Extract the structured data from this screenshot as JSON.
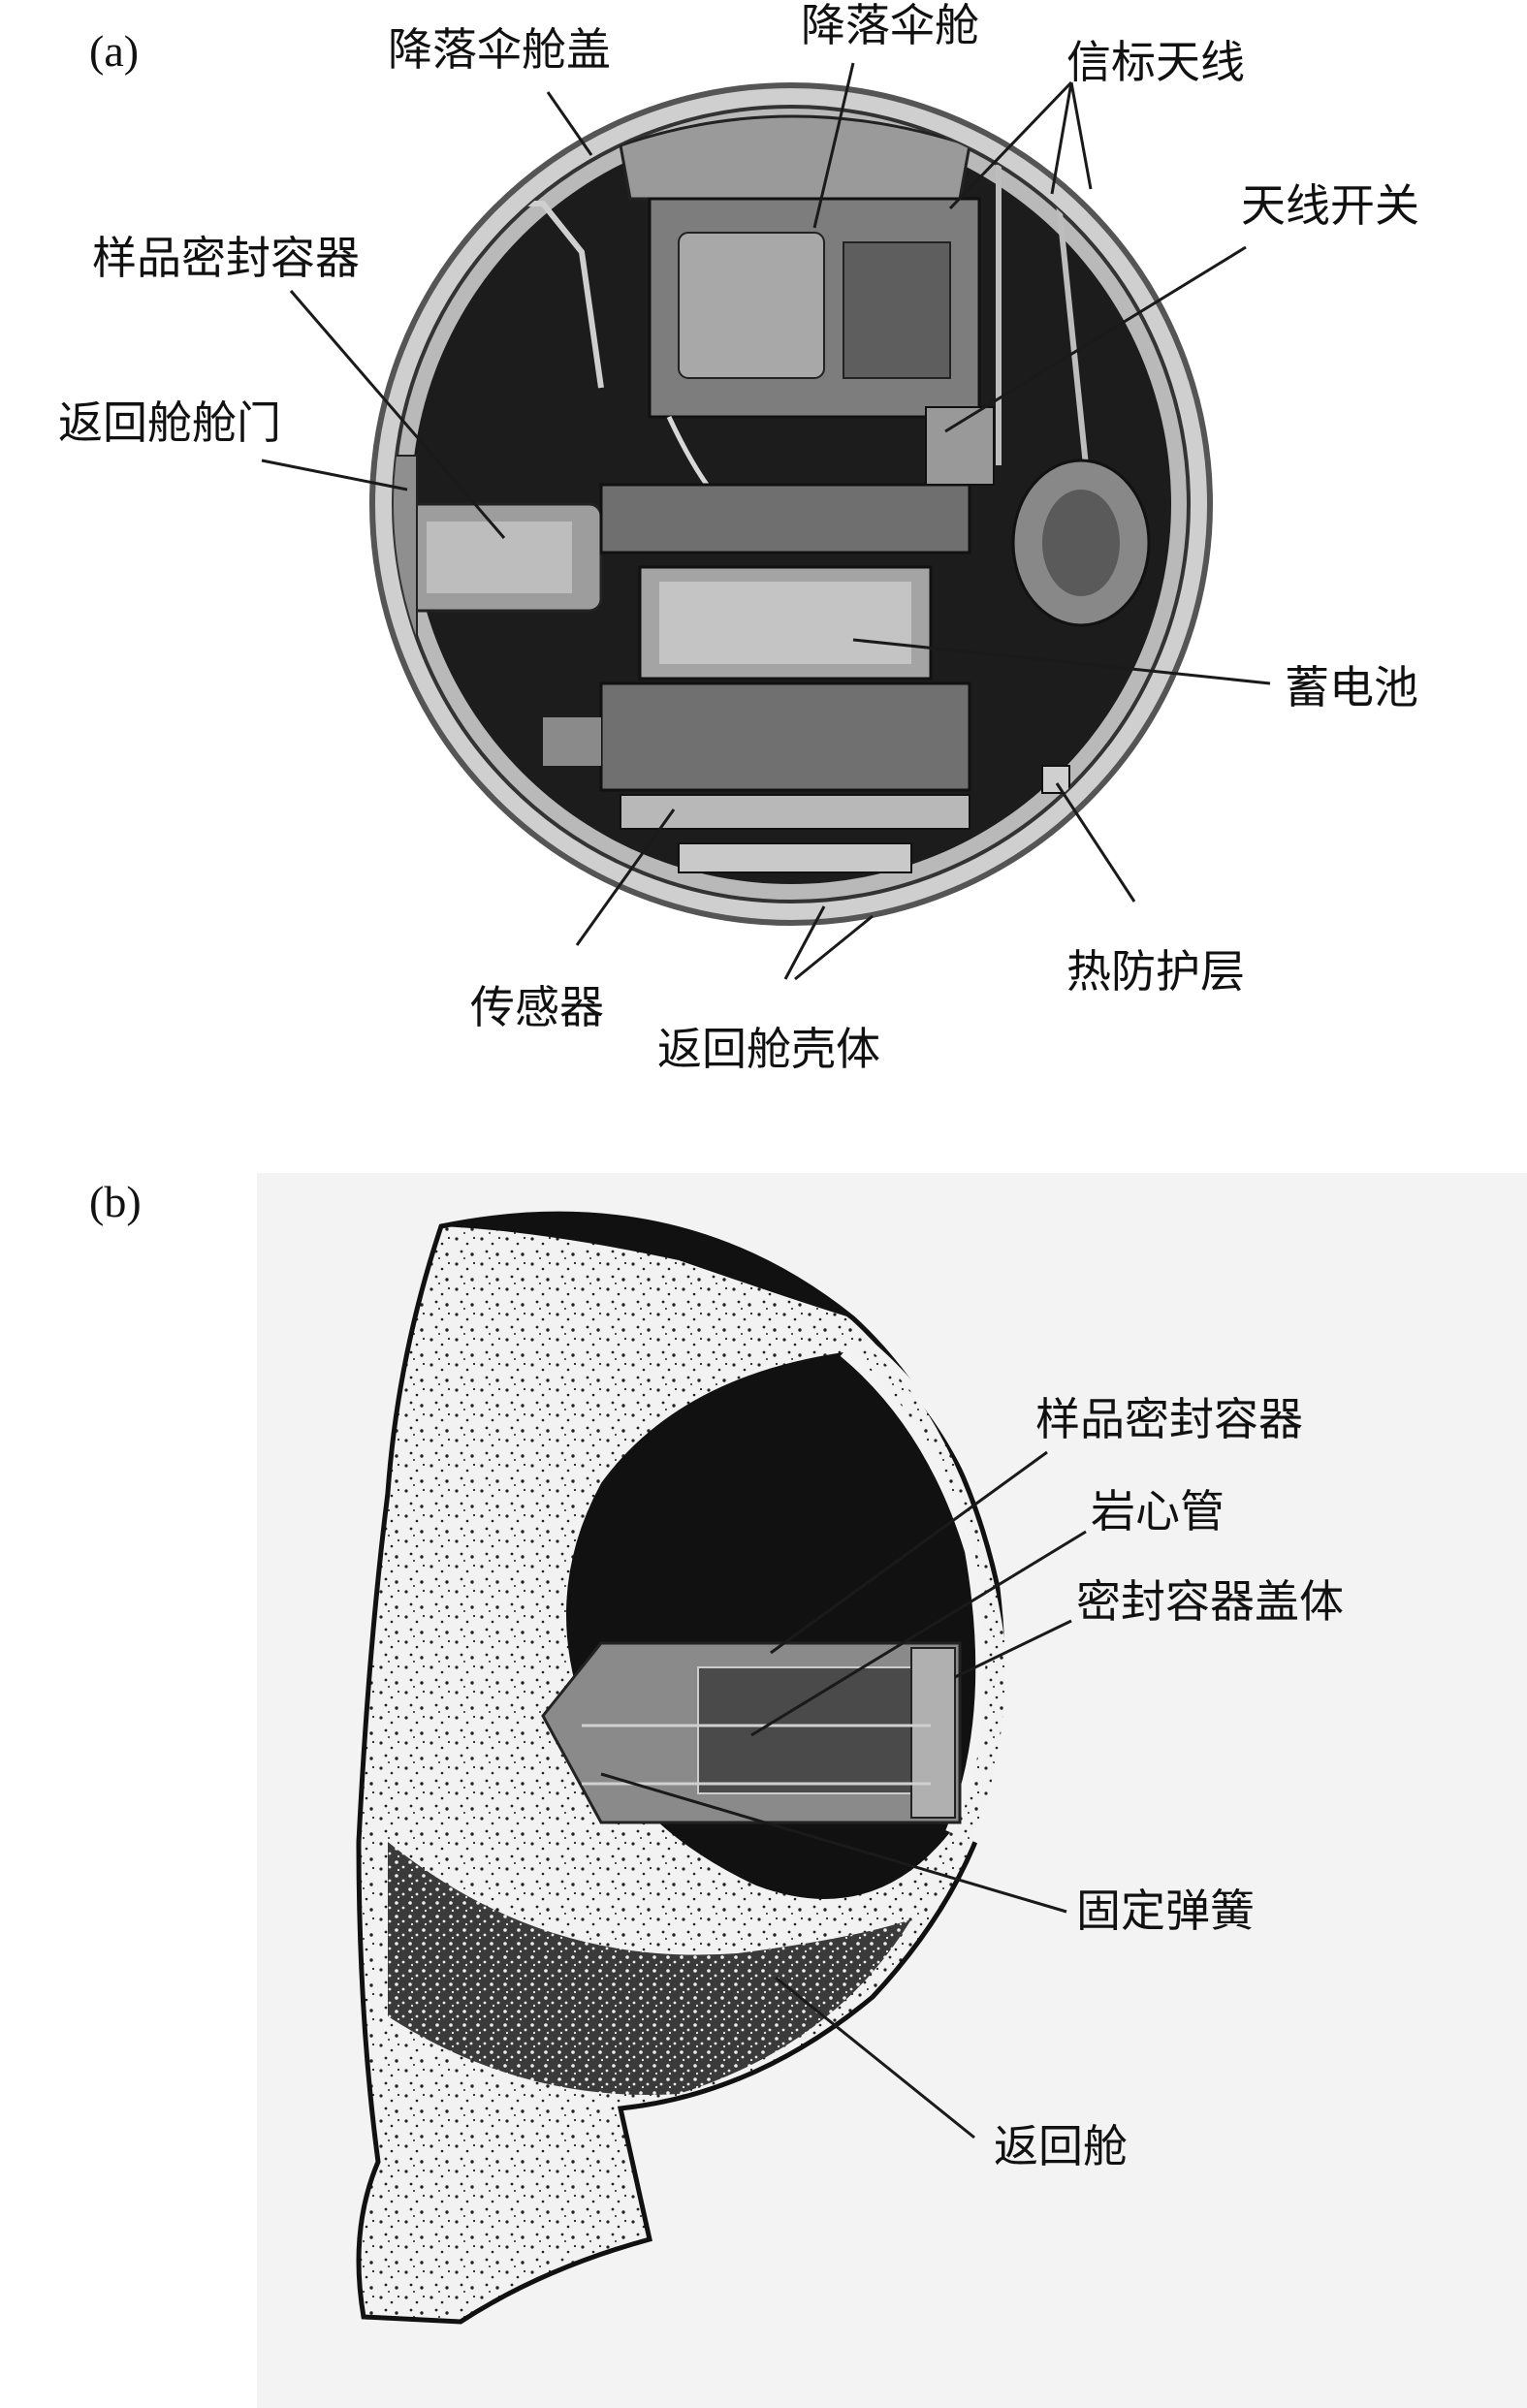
{
  "panel_a": {
    "tag": "(a)",
    "labels": {
      "parachute_hatch": "降落伞舱盖",
      "parachute_compartment": "降落伞舱",
      "beacon_antenna": "信标天线",
      "antenna_switch": "天线开关",
      "sample_container": "样品密封容器",
      "capsule_hatch": "返回舱舱门",
      "battery": "蓄电池",
      "sensor": "传感器",
      "heat_shield": "热防护层",
      "capsule_shell": "返回舱壳体"
    }
  },
  "panel_b": {
    "tag": "(b)",
    "labels": {
      "sample_container": "样品密封容器",
      "core_tube": "岩心管",
      "container_lid": "密封容器盖体",
      "fixing_spring": "固定弹簧",
      "return_capsule": "返回舱"
    }
  }
}
